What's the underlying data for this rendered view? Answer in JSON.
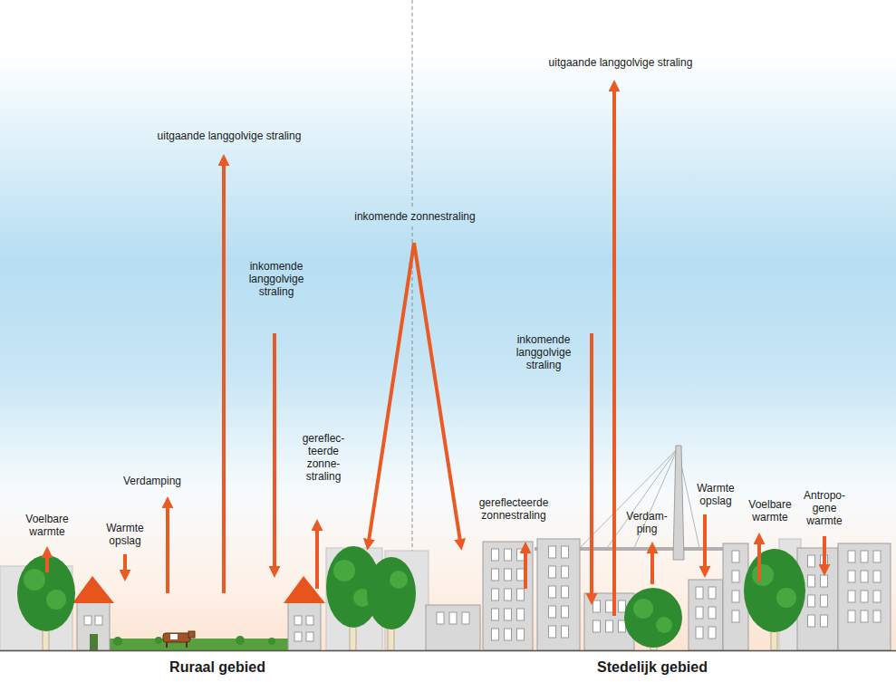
{
  "diagram": {
    "labels": [
      "uitgaande langgolvige straling",
      "uitgaande langgolvige straling",
      "inkomende zonnestraling",
      "inkomende langgolvige straling",
      "inkomende langgolvige straling",
      "gereflec- teerde zonne- straling",
      "Verdamping",
      "gereflecteerde zonnestraling",
      "Warmte opslag",
      "Antropo- gene warmte",
      "Voelbare warmte",
      "Warmte opslag",
      "Verdam- ping",
      "Voelbare warmte",
      "Ruraal gebied",
      "Stedelijk gebied"
    ]
  }
}
